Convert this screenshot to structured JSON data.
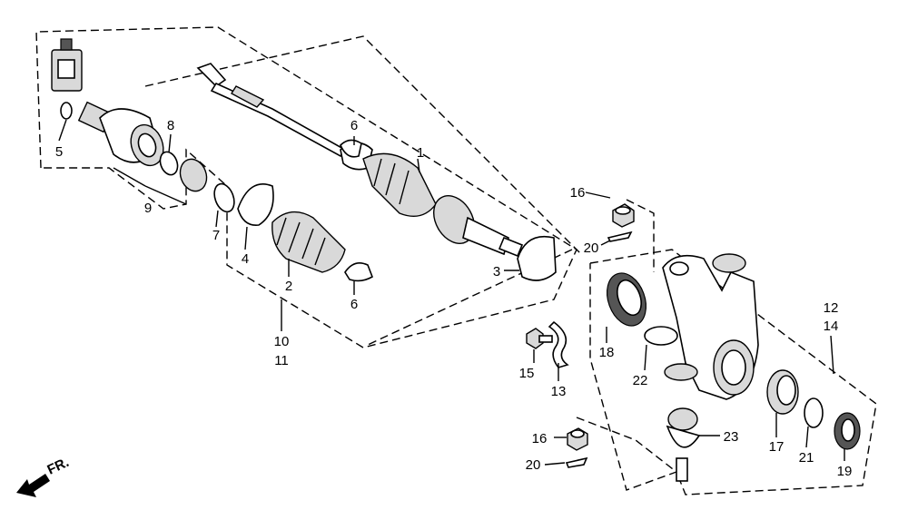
{
  "callouts": {
    "c1": "1",
    "c2": "2",
    "c3": "3",
    "c4": "4",
    "c5": "5",
    "c6a": "6",
    "c6b": "6",
    "c7": "7",
    "c8": "8",
    "c9": "9",
    "c10": "10",
    "c11": "11",
    "c12": "12",
    "c13": "13",
    "c14": "14",
    "c15": "15",
    "c16a": "16",
    "c16b": "16",
    "c17": "17",
    "c18": "18",
    "c19": "19",
    "c20a": "20",
    "c20b": "20",
    "c21": "21",
    "c22": "22",
    "c23": "23"
  },
  "direction": {
    "label": "FR."
  },
  "colors": {
    "line": "#000000",
    "background": "#ffffff",
    "fill": "#d9d9d9"
  }
}
